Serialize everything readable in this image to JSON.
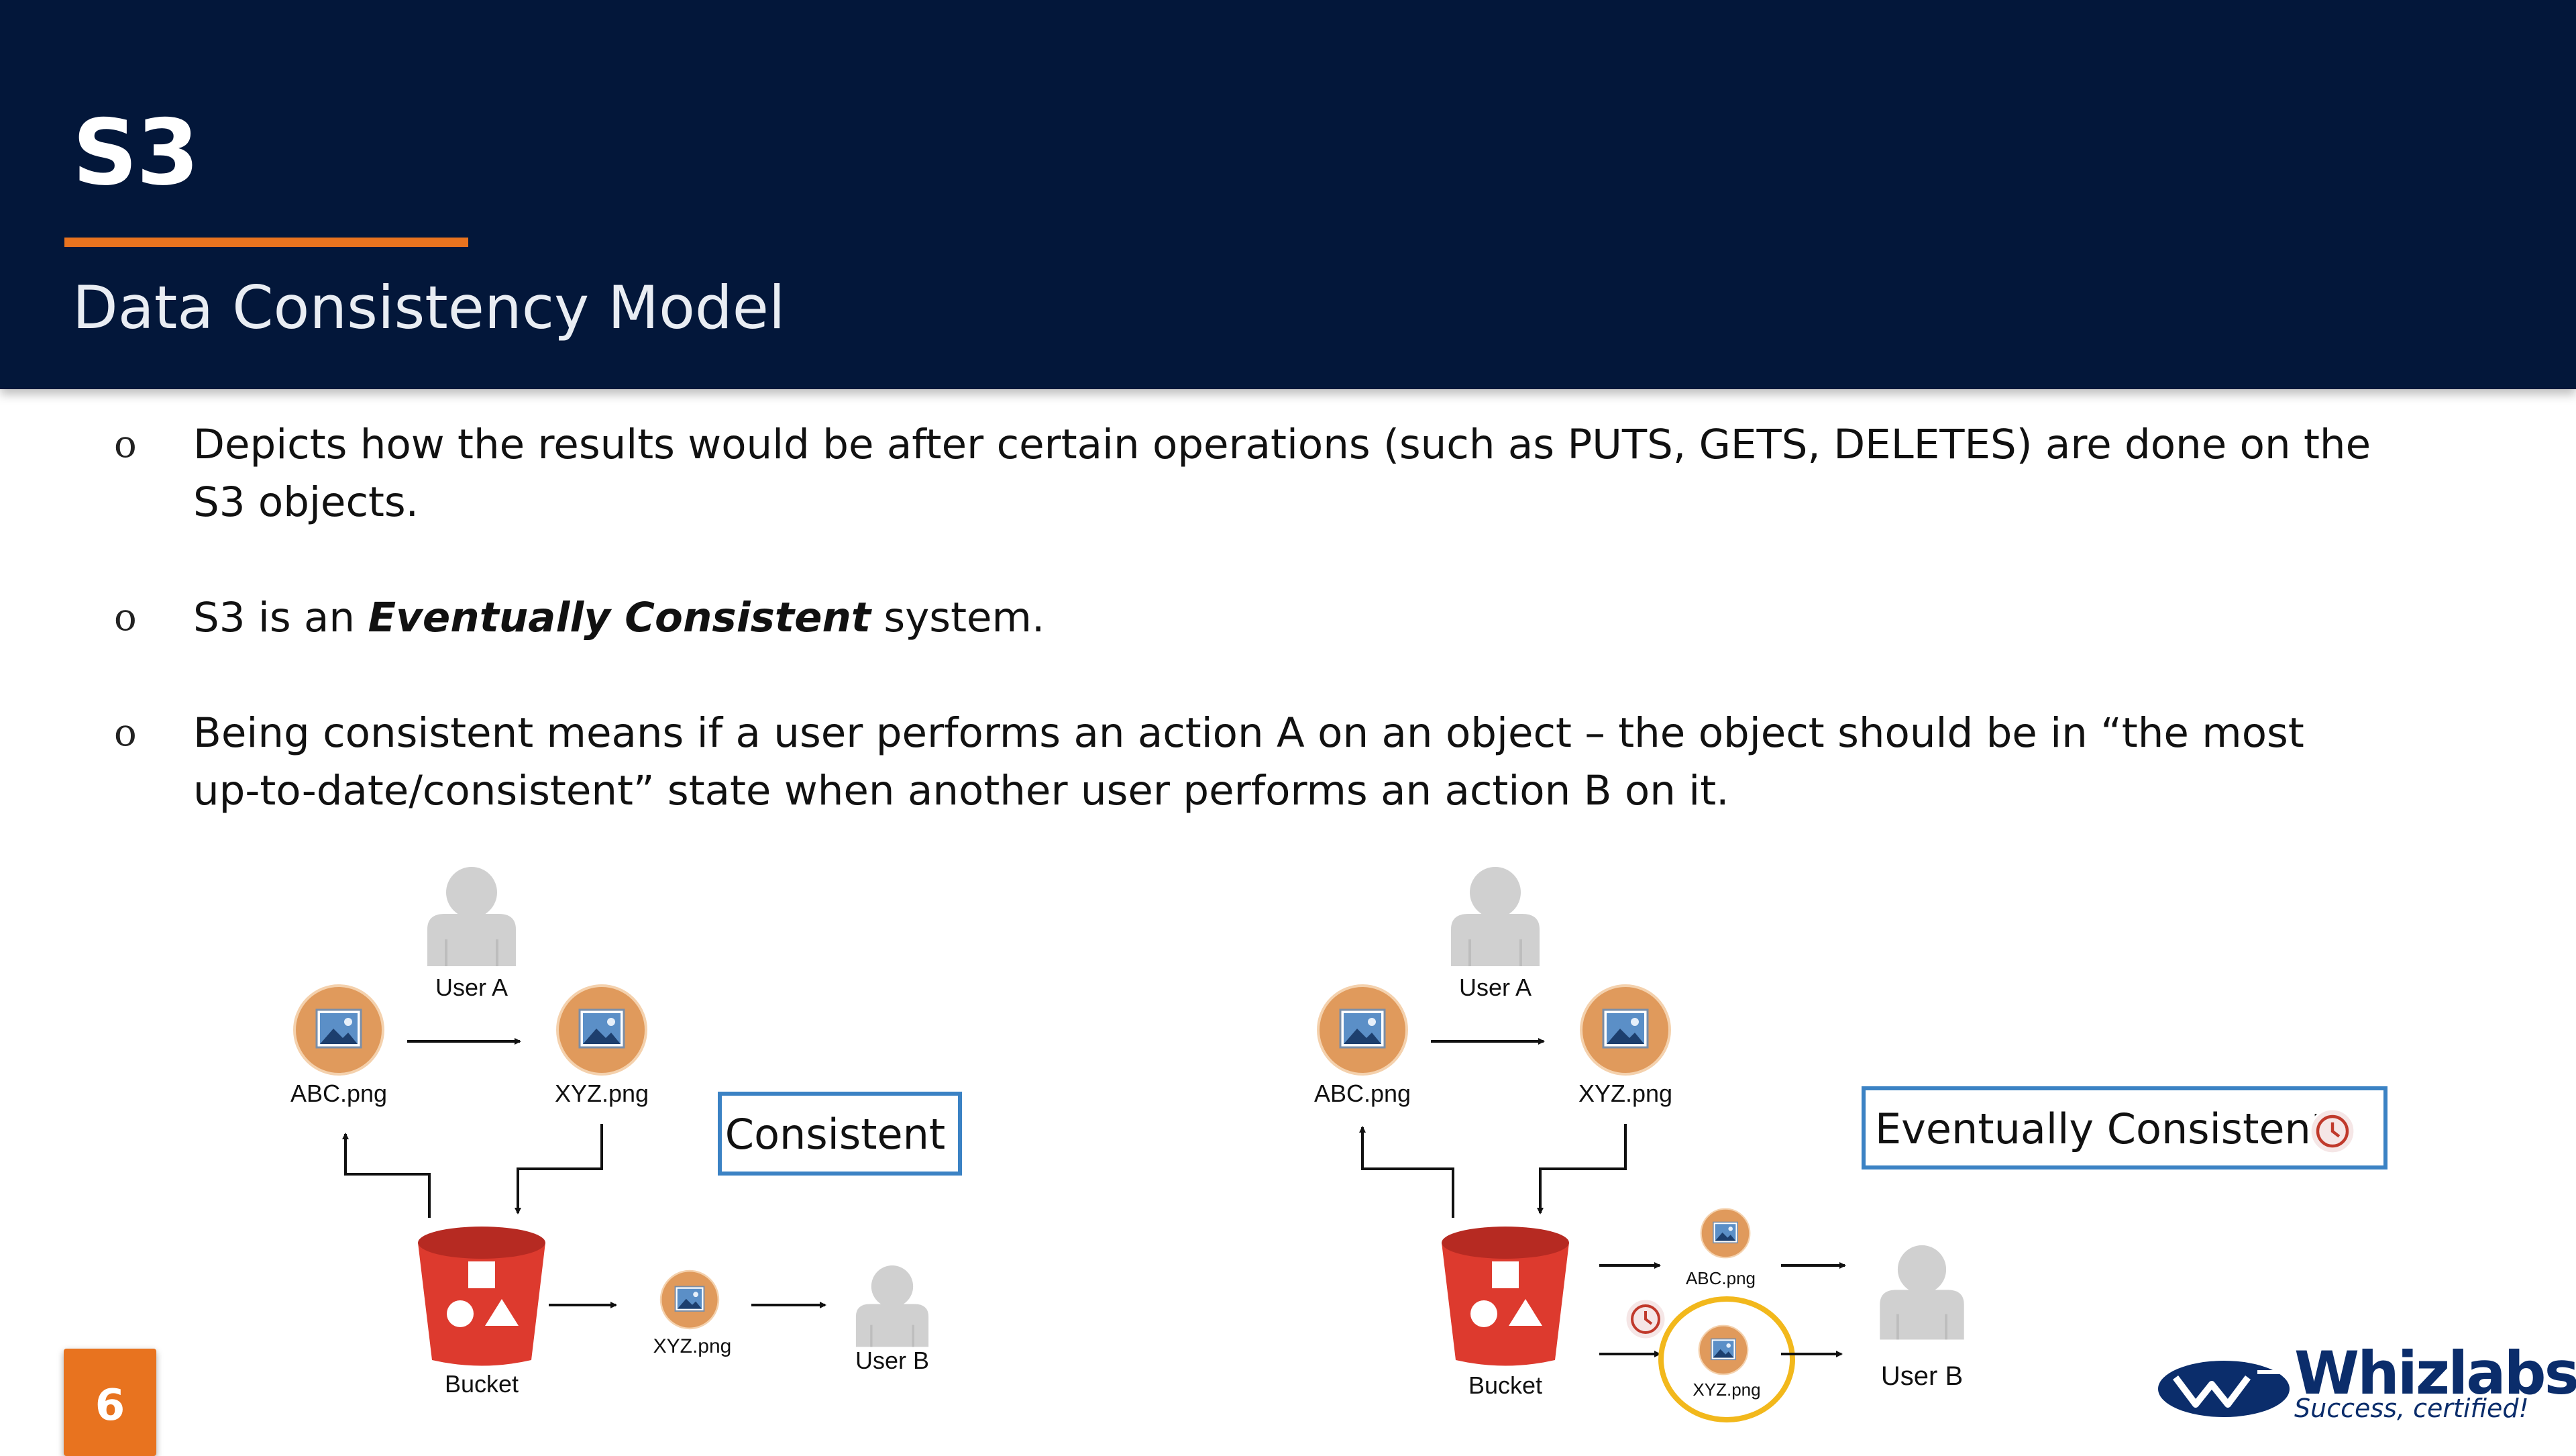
{
  "slide": {
    "title": "S3",
    "subtitle": "Data Consistency Model",
    "page_number": "6"
  },
  "bullets": [
    {
      "text": "Depicts how the results would be after certain operations (such as PUTS, GETS, DELETES) are done on the S3 objects."
    },
    {
      "pre": "S3 is an ",
      "emph": "Eventually Consistent",
      "post": " system."
    },
    {
      "text": "Being consistent means if a user performs an action A on an object – the object should be in “the most up-to-date/consistent” state when another user performs an action B on it."
    }
  ],
  "bullet_marker": "o",
  "left_diagram": {
    "user_a": "User A",
    "file_1": "ABC.png",
    "file_2": "XYZ.png",
    "bucket": "Bucket",
    "output_file": "XYZ.png",
    "user_b": "User B",
    "box_label": "Consistent"
  },
  "right_diagram": {
    "user_a": "User A",
    "file_1": "ABC.png",
    "file_2": "XYZ.png",
    "bucket": "Bucket",
    "output_file_1": "ABC.png",
    "output_file_2": "XYZ.png",
    "user_b": "User B",
    "box_label": "Eventually Consistent"
  },
  "logo": {
    "brand": "Whizlabs",
    "tagline": "Success, certified!"
  },
  "colors": {
    "header_bg": "#03173a",
    "accent": "#e8731f",
    "bucket_red": "#dd3a2e",
    "box_border": "#3b82c4",
    "user_gray": "#d2d2d2",
    "highlight_ring": "#f2b81c"
  }
}
